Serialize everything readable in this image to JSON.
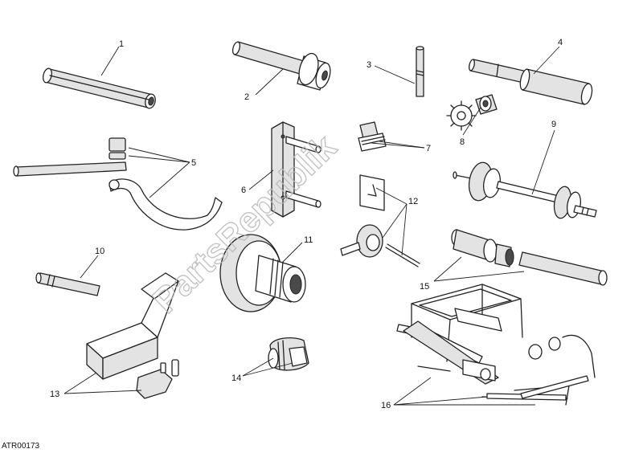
{
  "watermark": "PartsRepublik",
  "diagram_code": "ATR00173",
  "callouts": {
    "c1": "1",
    "c2": "2",
    "c3": "3",
    "c4": "4",
    "c5": "5",
    "c6": "6",
    "c7": "7",
    "c8": "8",
    "c9": "9",
    "c10": "10",
    "c11": "11",
    "c12": "12",
    "c13": "13",
    "c14": "14",
    "c15": "15",
    "c16": "16"
  },
  "icons": {
    "gear": "gear-icon"
  },
  "colors": {
    "line": "#222222",
    "shade": "#e3e3e3",
    "watermark": "#b9b9b9"
  }
}
